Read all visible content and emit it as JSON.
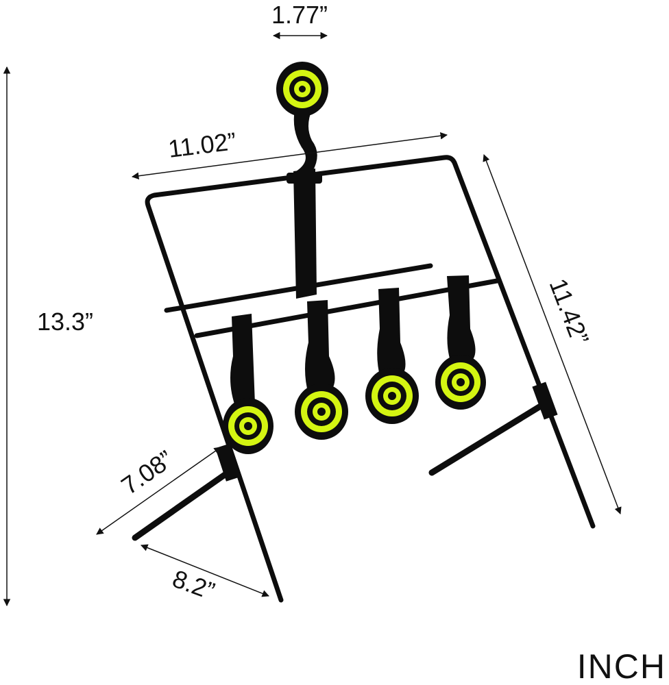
{
  "dimensions": {
    "target_width": "1.77”",
    "frame_width": "11.02”",
    "frame_depth": "11.42”",
    "total_height": "13.3”",
    "foot_left": "7.08”",
    "foot_span": "8.2”"
  },
  "unit_label": "INCH",
  "colors": {
    "target_yellow": "#d4f512",
    "metal": "#0d0d0d"
  }
}
